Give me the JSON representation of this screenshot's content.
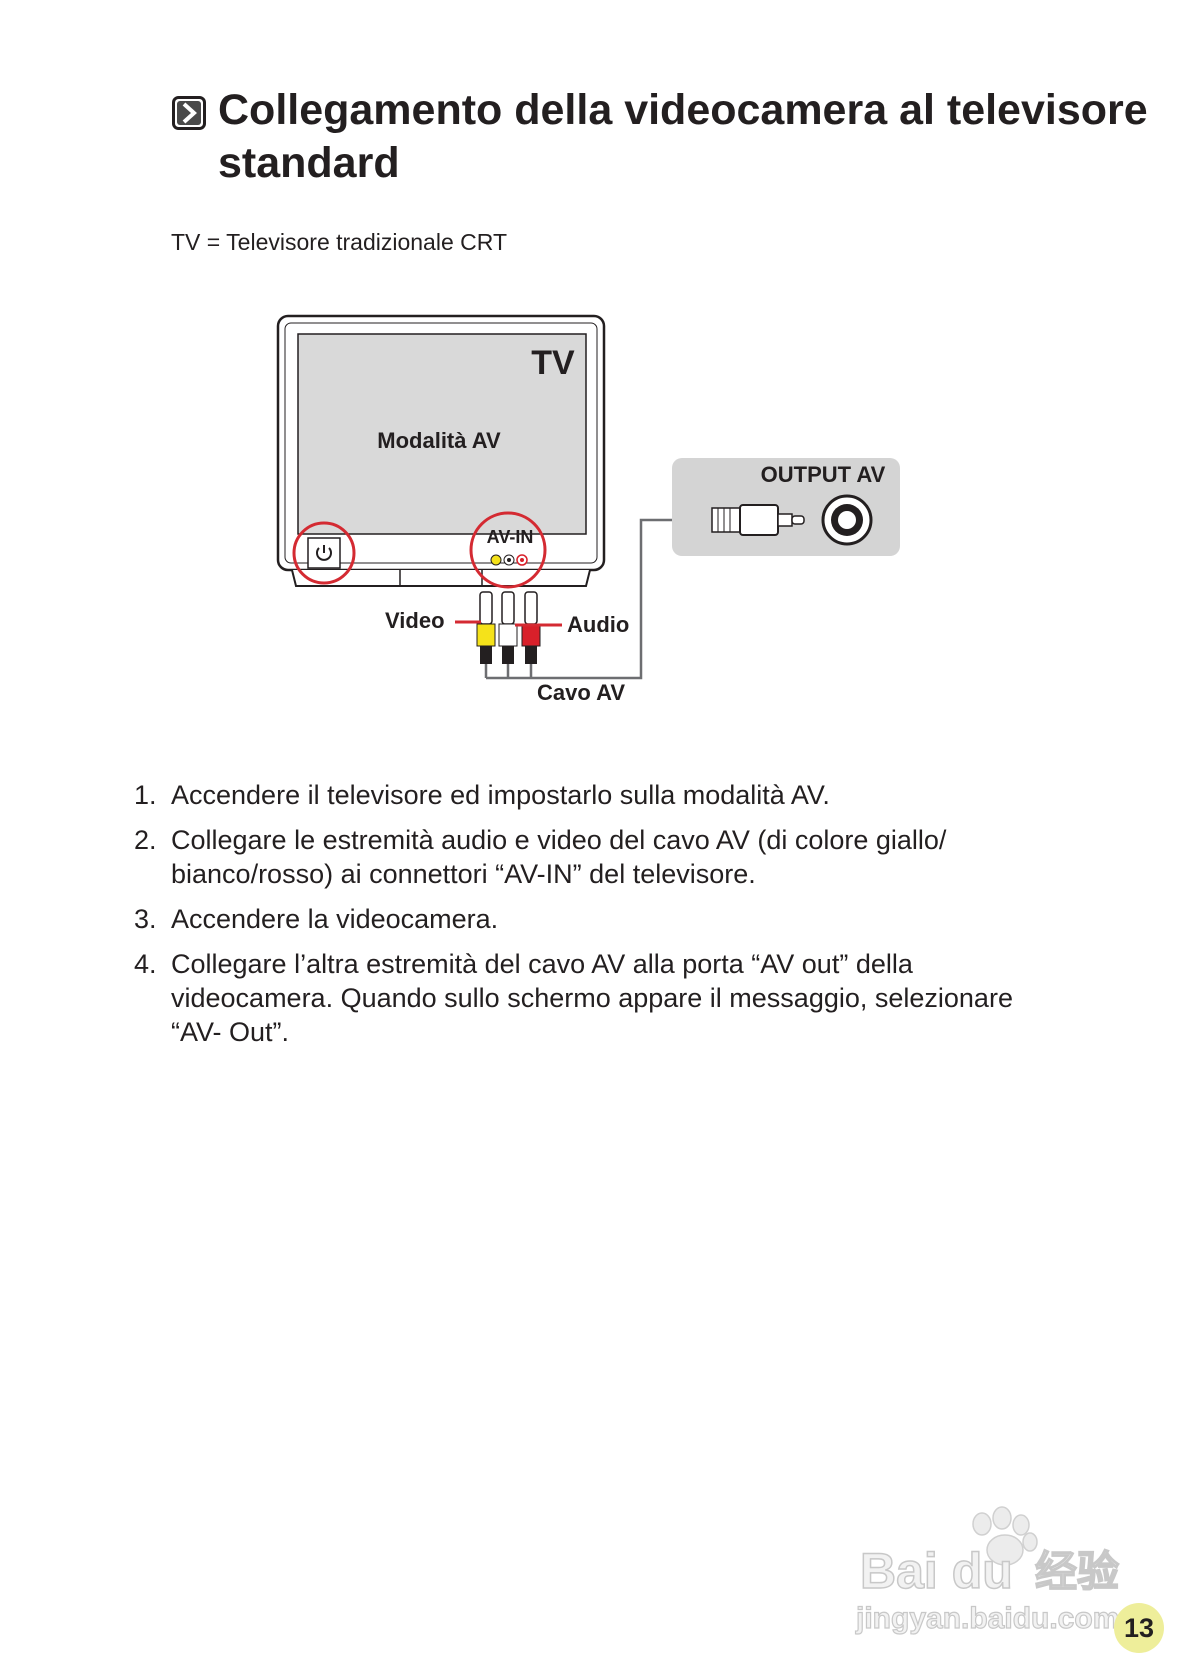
{
  "section": {
    "title": "Collegamento della videocamera al televisore standard",
    "subtitle": "TV = Televisore tradizionale CRT"
  },
  "diagram": {
    "tv_label": "TV",
    "screen_mode": "Modalità AV",
    "av_in_label": "AV-IN",
    "output_label": "OUTPUT AV",
    "video_label": "Video",
    "audio_label": "Audio",
    "cable_label": "Cavo AV",
    "colors": {
      "highlight": "#d42a32",
      "video_plug": "#f5e21a",
      "audio_plug": "#d8202a",
      "screen": "#d9d9d9",
      "output_panel": "#d4d4d4"
    },
    "icons": [
      "power-icon",
      "chevron-right-icon",
      "rca-jack-icon",
      "av-socket-icon"
    ]
  },
  "steps": [
    {
      "num": "1.",
      "text": "Accendere il televisore ed impostarlo sulla modalità AV."
    },
    {
      "num": "2.",
      "text": "Collegare le estremità audio e video del cavo AV (di colore giallo/ bianco/rosso) ai connettori “AV-IN” del televisore."
    },
    {
      "num": "3.",
      "text": "Accendere la videocamera."
    },
    {
      "num": "4.",
      "text": "Collegare l’altra estremità del cavo AV alla porta “AV out” della videocamera. Quando sullo schermo appare il messaggio, selezionare “AV- Out”."
    }
  ],
  "watermark": {
    "brand": "Bai du",
    "brand_cn": "经验",
    "url": "jingyan.baidu.com"
  },
  "page_number": "13"
}
